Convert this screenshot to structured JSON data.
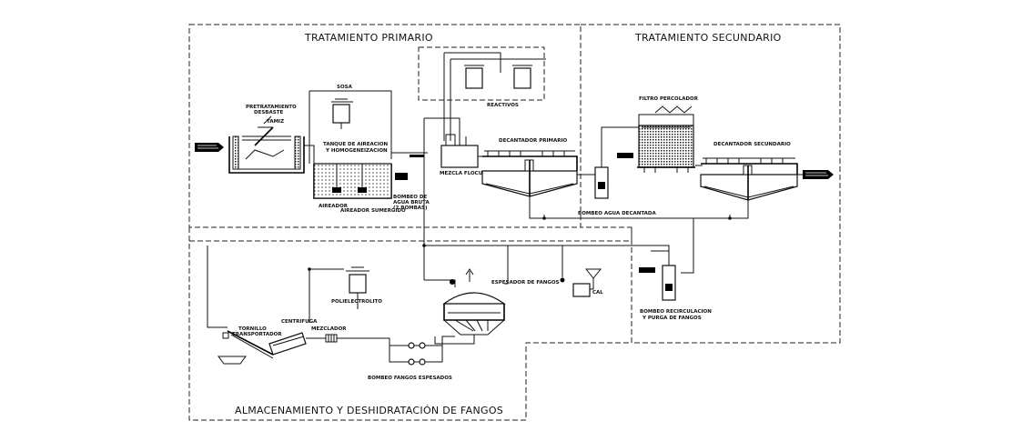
{
  "sections": {
    "primary": "TRATAMIENTO PRIMARIO",
    "secondary": "TRATAMIENTO SECUNDARIO",
    "sludge": "ALMACENAMIENTO Y DESHIDRATACIÓN DE FANGOS"
  },
  "labels": {
    "pretreatment_1": "PRETRATAMIENTO",
    "pretreatment_2": "DESBASTE",
    "screen": "TAMIZ",
    "soda": "SOSA",
    "aeration_tank_1": "TANQUE DE AIREACION",
    "aeration_tank_2": "Y HOMOGENEIZACION",
    "aerator": "AIREADOR",
    "submerged_aerator": "AIREADOR SUMERGIDO",
    "raw_pump_1": "BOMBEO DE",
    "raw_pump_2": "AGUA BRUTA",
    "raw_pump_3": "(2 BOMBAS)",
    "reagents": "REACTIVOS",
    "flocculation": "MEZCLA FLOCULACION",
    "primary_clarifier": "DECANTADOR PRIMARIO",
    "trickling_filter": "FILTRO PERCOLADOR",
    "secondary_clarifier": "DECANTADOR SECUNDARIO",
    "decanted_pump": "BOMBEO AGUA DECANTADA",
    "recirc_1": "BOMBEO RECIRCULACION",
    "recirc_2": "Y PURGA DE FANGOS",
    "thickener": "ESPESADOR DE FANGOS",
    "lime": "CAL",
    "polyelectrolyte": "POLIELECTROLITO",
    "centrifuge": "CENTRIFUGA",
    "screw_1": "TORNILLO",
    "screw_2": "TRANSPORTADOR",
    "mixer": "MEZCLADOR",
    "thickened_pump": "BOMBEO FANGOS ESPESADOS"
  }
}
